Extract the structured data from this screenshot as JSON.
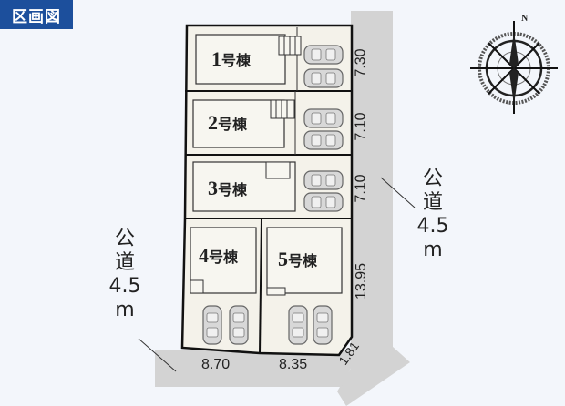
{
  "header": {
    "badge_label": "区画図"
  },
  "compass": {
    "north_label": "N"
  },
  "lots": [
    {
      "id": 1,
      "number": "1",
      "suffix": "号棟"
    },
    {
      "id": 2,
      "number": "2",
      "suffix": "号棟"
    },
    {
      "id": 3,
      "number": "3",
      "suffix": "号棟"
    },
    {
      "id": 4,
      "number": "4",
      "suffix": "号棟"
    },
    {
      "id": 5,
      "number": "5",
      "suffix": "号棟"
    }
  ],
  "dimensions": {
    "lot1_depth": "7.30",
    "lot2_depth": "7.10",
    "lot3_depth": "7.10",
    "lot45_depth": "13.95",
    "lot4_frontage": "8.70",
    "lot5_frontage": "8.35",
    "corner_cut": "1.81"
  },
  "roads": {
    "east": {
      "line1": "公",
      "line2": "道",
      "line3": "4.5",
      "line4": "m"
    },
    "west": {
      "line1": "公",
      "line2": "道",
      "line3": "4.5",
      "line4": "m"
    }
  },
  "colors": {
    "badge_bg": "#1c4f9c",
    "road": "#d3d3d3",
    "lot_fill": "#f4f2ea",
    "background": "#f3f6fb"
  }
}
